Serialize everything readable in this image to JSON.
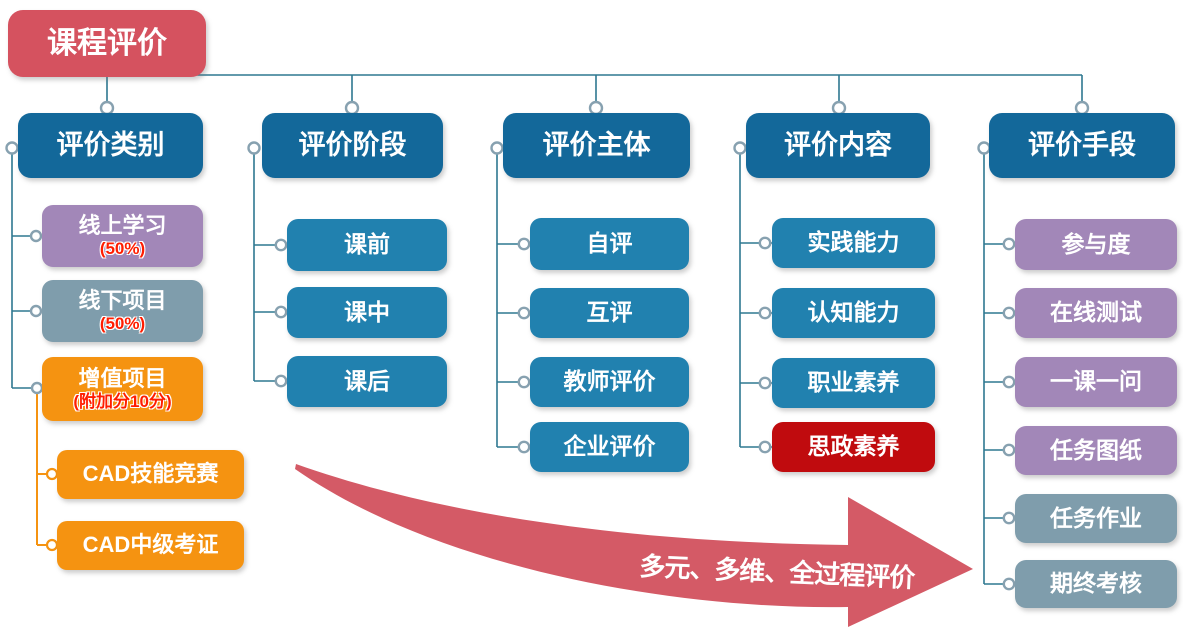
{
  "title": "课程评价",
  "arrow_label": "多元、多维、全过程评价",
  "columns": [
    {
      "header": "评价类别",
      "items": [
        {
          "label": "线上学习",
          "sub": "(50%)"
        },
        {
          "label": "线下项目",
          "sub": "(50%)"
        },
        {
          "label": "增值项目",
          "sub": "(附加分10分)"
        }
      ],
      "sub_items": [
        {
          "label": "CAD技能竞赛"
        },
        {
          "label": "CAD中级考证"
        }
      ]
    },
    {
      "header": "评价阶段",
      "items": [
        {
          "label": "课前"
        },
        {
          "label": "课中"
        },
        {
          "label": "课后"
        }
      ]
    },
    {
      "header": "评价主体",
      "items": [
        {
          "label": "自评"
        },
        {
          "label": "互评"
        },
        {
          "label": "教师评价"
        },
        {
          "label": "企业评价"
        }
      ]
    },
    {
      "header": "评价内容",
      "items": [
        {
          "label": "实践能力"
        },
        {
          "label": "认知能力"
        },
        {
          "label": "职业素养"
        },
        {
          "label": "思政素养"
        }
      ]
    },
    {
      "header": "评价手段",
      "items": [
        {
          "label": "参与度"
        },
        {
          "label": "在线测试"
        },
        {
          "label": "一课一问"
        },
        {
          "label": "任务图纸"
        },
        {
          "label": "任务作业"
        },
        {
          "label": "期终考核"
        }
      ]
    }
  ],
  "colors": {
    "root_red": "#d5525f",
    "header_blue": "#13689a",
    "item_teal": "#2181af",
    "purple": "#a287b8",
    "slate": "#7f9dac",
    "orange": "#f59311",
    "alert_red": "#c00b0e",
    "arrow_red": "#d45a66",
    "line_teal": "#2e7891",
    "node_ring": "#87a1b0",
    "sub_label_red": "#ff1d00"
  }
}
